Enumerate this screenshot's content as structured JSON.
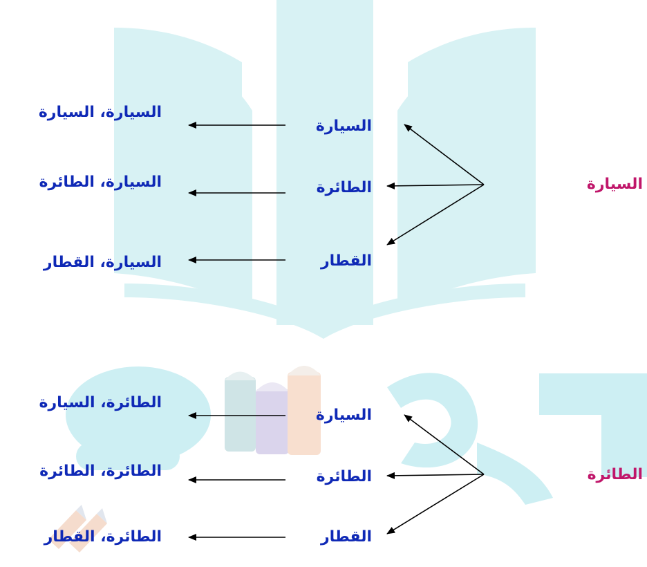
{
  "colors": {
    "label_blue": "#0f29b6",
    "root_magenta": "#c0166a",
    "watermark_teal": "#d6f1f3",
    "arrow": "#000000"
  },
  "trees": [
    {
      "root": "السيارة",
      "branches": [
        "السيارة",
        "الطائرة",
        "القطار"
      ],
      "outcomes": [
        "السيارة، السيارة",
        "السيارة، الطائرة",
        "السيارة، القطار"
      ]
    },
    {
      "root": "الطائرة",
      "branches": [
        "السيارة",
        "الطائرة",
        "القطار"
      ],
      "outcomes": [
        "الطائرة، السيارة",
        "الطائرة، الطائرة",
        "الطائرة، القطار"
      ]
    }
  ],
  "watermark": {
    "text": "دروس"
  }
}
